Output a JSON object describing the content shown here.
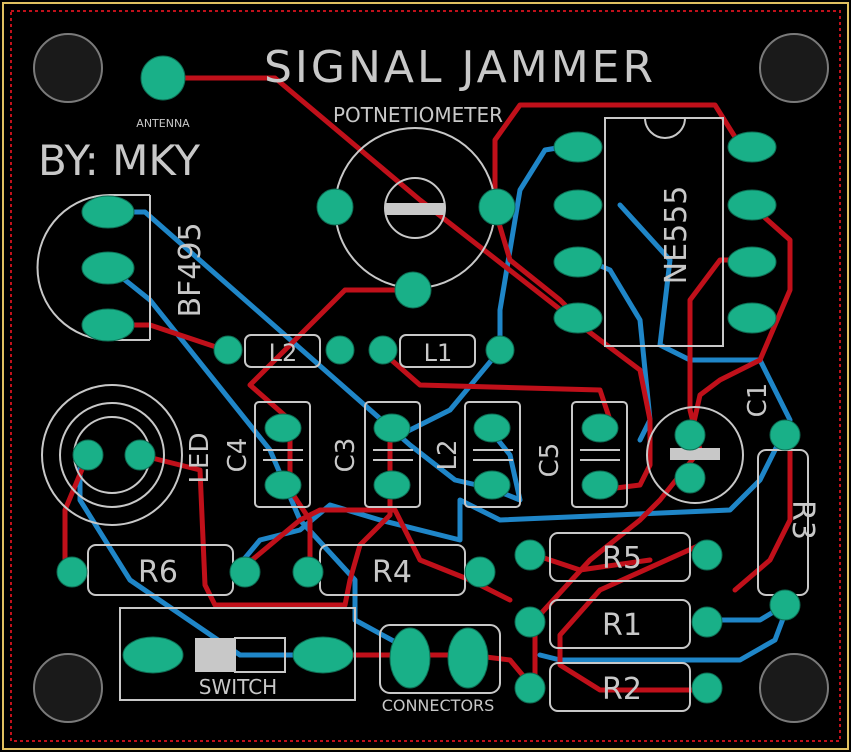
{
  "title": "SIGNAL JAMMER",
  "author": "BY: MKY",
  "labels": {
    "potentiometer": "POTNETIOMETER",
    "antenna": "ANTENNA",
    "ic": "NE555",
    "transistor": "BF495",
    "l2": "L2",
    "l1": "L1",
    "c4": "C4",
    "c3": "C3",
    "l2b": "L2",
    "c5": "C5",
    "c1": "C1",
    "led": "LED",
    "r6": "R6",
    "r4": "R4",
    "r5": "R5",
    "r1": "R1",
    "r2": "R2",
    "r3": "R3",
    "switch": "SWITCH",
    "connectors": "CONNECTORS"
  },
  "colors": {
    "background": "#000000",
    "board_edge": "#e0c060",
    "silkscreen": "#c8c8c8",
    "pad": "#19b088",
    "top_copper": "#c0101a",
    "bottom_copper": "#1f86c8"
  }
}
